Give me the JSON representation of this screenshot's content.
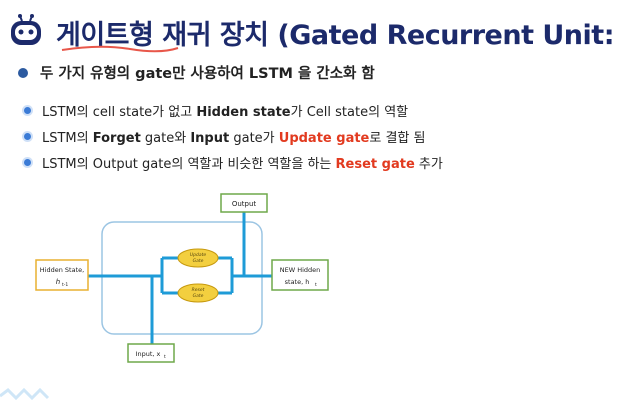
{
  "slide": {
    "title": "게이트형 재귀 장치 (Gated Recurrent Unit:",
    "summary": "두 가지 유형의 gate만 사용하여 LSTM 을 간소화 함"
  },
  "bullets": [
    {
      "p1": "LSTM의 cell state가 없고 ",
      "p2": "Hidden state",
      "p3": "가 Cell state의 역할",
      "p4": "",
      "p5": "",
      "p6": ""
    },
    {
      "p1": "LSTM의 ",
      "p2": "Forget",
      "p3": " gate와 ",
      "p4": "Input",
      "p5": " gate가 ",
      "p6": "Update gate",
      "p7": "로 결합 됨"
    },
    {
      "p1": "LSTM의 Output gate의 역할과 비슷한 역할을 하는 ",
      "p2": "Reset gate",
      "p3": " 추가"
    }
  ],
  "diagram": {
    "output_label": "Output",
    "input_label": "Input, x",
    "input_sub": "t",
    "hidden_label": "Hidden State,",
    "hidden_h": "h",
    "hidden_sub": "t-1",
    "new_hidden_label": "NEW Hidden",
    "new_hidden_label2": "state, h",
    "new_hidden_sub": "t",
    "update_gate": "Update",
    "update_gate2": "Gate",
    "reset_gate": "Reset",
    "reset_gate2": "Gate"
  },
  "colors": {
    "title": "#1c2a6b",
    "accent_red": "#e23a1f",
    "line_blue": "#1e9bd7",
    "box_green": "#6fa84a",
    "gate_yellow": "#f3cf3f"
  }
}
